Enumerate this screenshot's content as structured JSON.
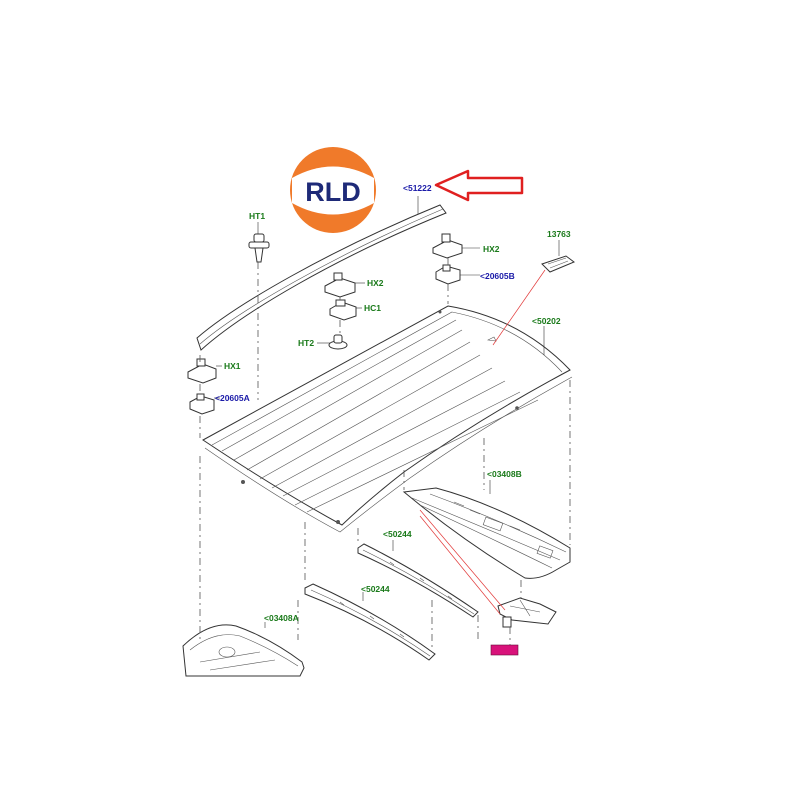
{
  "logo": {
    "text": "RLD",
    "colors": {
      "orange": "#f07a2a",
      "navy": "#1e2a78",
      "white": "#ffffff"
    }
  },
  "callouts": [
    {
      "id": "c51222",
      "text": "<51222",
      "color": "blue"
    },
    {
      "id": "cHT1",
      "text": "HT1",
      "color": "green"
    },
    {
      "id": "cHX2a",
      "text": "HX2",
      "color": "green"
    },
    {
      "id": "c20605B",
      "text": "<20605B",
      "color": "blue"
    },
    {
      "id": "c13763",
      "text": "13763",
      "color": "green"
    },
    {
      "id": "cHX2b",
      "text": "HX2",
      "color": "green"
    },
    {
      "id": "cHC1",
      "text": "HC1",
      "color": "green"
    },
    {
      "id": "c50202",
      "text": "<50202",
      "color": "green"
    },
    {
      "id": "cHT2",
      "text": "HT2",
      "color": "green"
    },
    {
      "id": "cHX1",
      "text": "HX1",
      "color": "green"
    },
    {
      "id": "c20605A",
      "text": "<20605A",
      "color": "blue"
    },
    {
      "id": "c03408B",
      "text": "<03408B",
      "color": "green"
    },
    {
      "id": "c50244a",
      "text": "<50244",
      "color": "green"
    },
    {
      "id": "c50244b",
      "text": "<50244",
      "color": "green"
    },
    {
      "id": "c03408A",
      "text": "<03408A",
      "color": "green"
    }
  ],
  "highlight": {
    "color": "#d8127a"
  },
  "arrow": {
    "color": "#e02020"
  }
}
